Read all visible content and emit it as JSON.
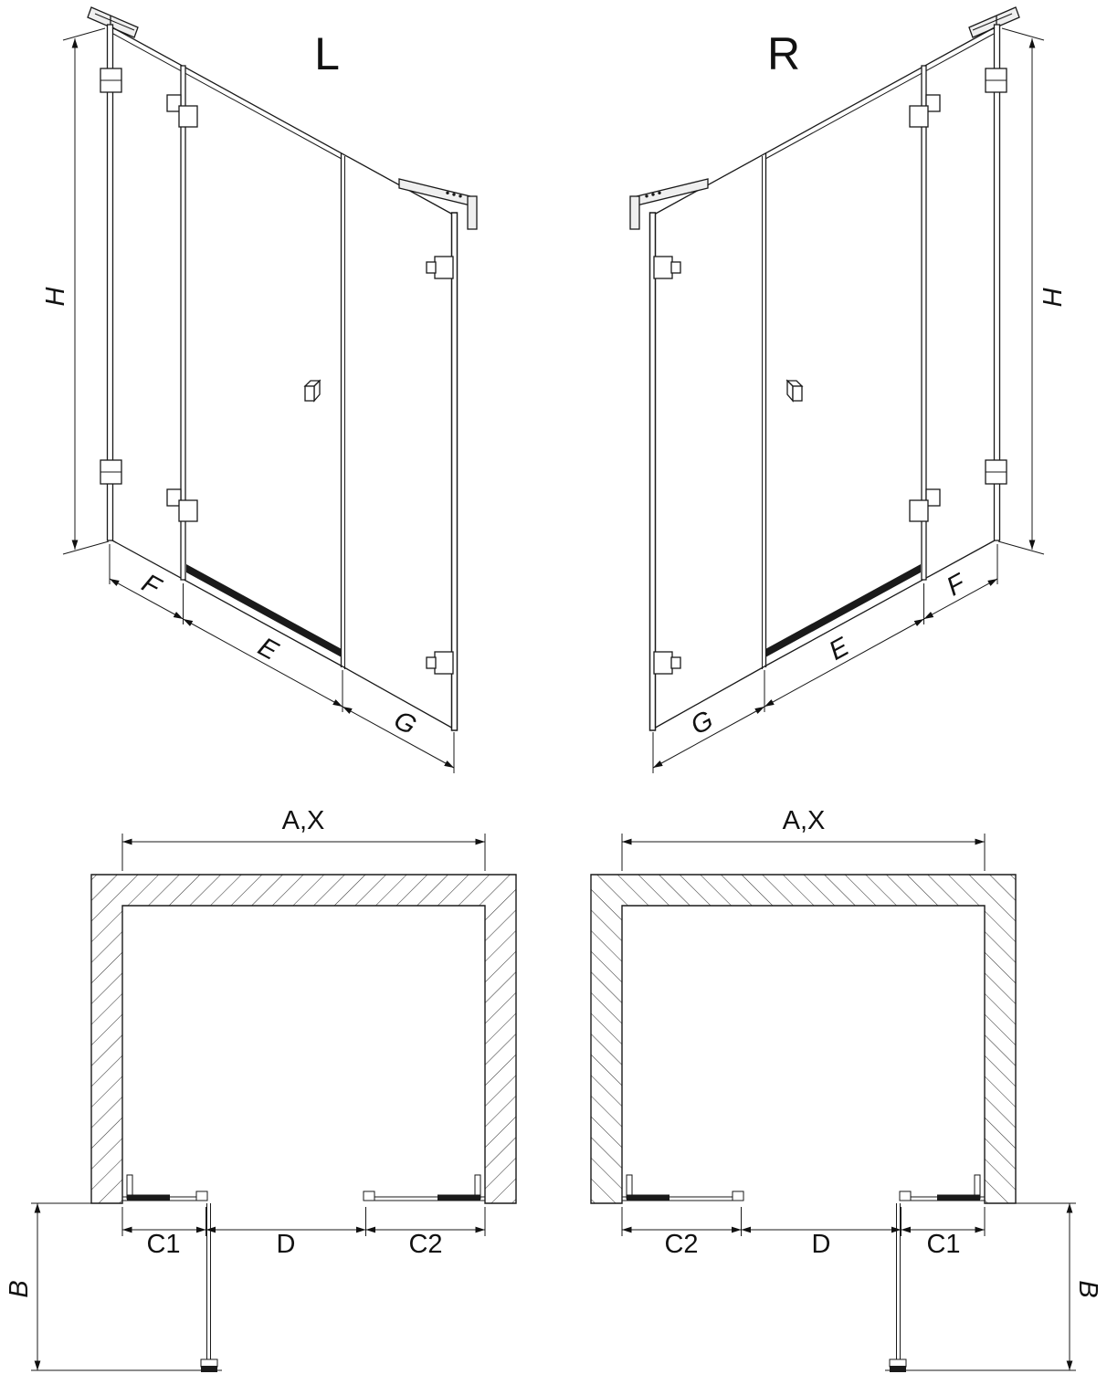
{
  "diagram": {
    "background_color": "#ffffff",
    "line_color": "#1a1a1a",
    "iso_left": {
      "title": "L",
      "dim_height": "H",
      "dim_front_fixed": "F",
      "dim_door": "E",
      "dim_side_panel": "G"
    },
    "iso_right": {
      "title": "R",
      "dim_height": "H",
      "dim_front_fixed": "F",
      "dim_door": "E",
      "dim_side_panel": "G"
    },
    "plan_left": {
      "dim_total_width": "A,X",
      "dim_c1": "C1",
      "dim_door_width": "D",
      "dim_c2": "C2",
      "dim_door_projection": "B"
    },
    "plan_right": {
      "dim_total_width": "A,X",
      "dim_c1": "C1",
      "dim_door_width": "D",
      "dim_c2": "C2",
      "dim_door_projection": "B"
    }
  }
}
